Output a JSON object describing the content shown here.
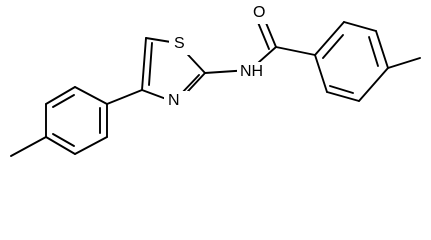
{
  "molecule": {
    "atom_labels": {
      "oxygen": "O",
      "sulfur": "S",
      "nitrogen": "N",
      "amide_nh": "NH"
    }
  },
  "colors": {
    "background": "#ffffff",
    "bond": "#000000",
    "text": "#000000"
  }
}
